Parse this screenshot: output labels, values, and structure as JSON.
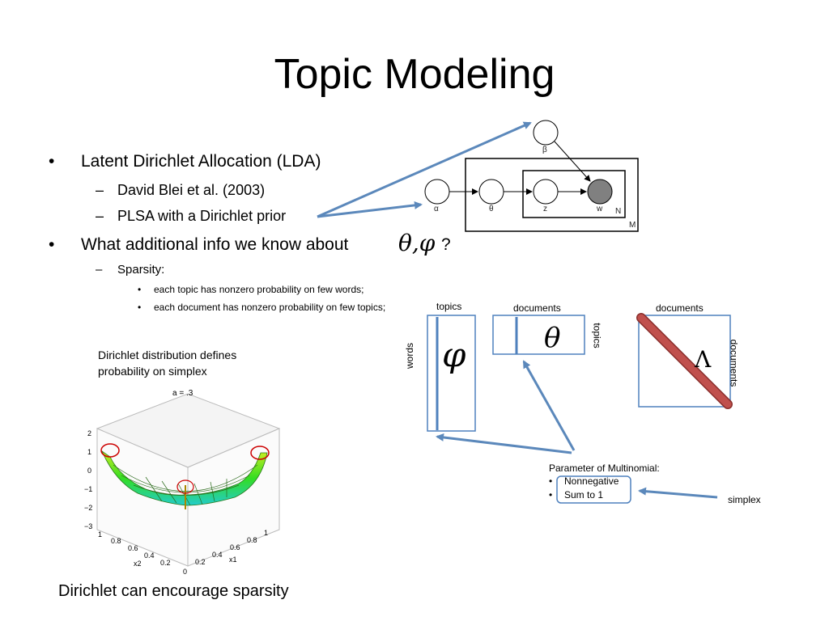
{
  "slide": {
    "title": "Topic Modeling",
    "bullets": {
      "lda": "Latent Dirichlet Allocation (LDA)",
      "blei": "David Blei et al. (2003)",
      "plsa": "PLSA with a Dirichlet prior",
      "additional": "What additional info we know about",
      "math_theta_phi": "θ,φ",
      "qmark": "?",
      "sparsity": "Sparsity:",
      "topic_words": "each topic has nonzero probability on few words;",
      "doc_topics": "each document has nonzero probability on few topics;"
    },
    "bullet_glyphs": {
      "dot": "•",
      "dash": "–"
    },
    "plate": {
      "beta": "β",
      "alpha": "α",
      "theta": "θ",
      "z": "z",
      "w": "w",
      "N": "N",
      "M": "M"
    },
    "matrices": {
      "topics": "topics",
      "documents1": "documents",
      "documents2": "documents",
      "words": "words",
      "topics_side": "topics",
      "documents_side": "documents",
      "phi": "φ",
      "theta": "θ",
      "lambda": "Λ"
    },
    "multinomial": {
      "heading": "Parameter of Multinomial:",
      "items": [
        "Nonnegative",
        "Sum to 1"
      ],
      "simplex": "simplex"
    },
    "dirichlet": {
      "caption_line1": "Dirichlet distribution defines",
      "caption_line2": "probability on simplex",
      "plot_title": "a = .3",
      "zticks": [
        "2",
        "1",
        "0",
        "−1",
        "−2",
        "−3"
      ],
      "x2ticks": [
        "1",
        "0.8",
        "0.6",
        "0.4",
        "0.2"
      ],
      "x1ticks": [
        "0.2",
        "0.4",
        "0.6",
        "0.8",
        "1"
      ],
      "x2label": "x2",
      "x1label": "x1",
      "origin": "0",
      "footer": "Dirichlet can encourage sparsity"
    },
    "colors": {
      "arrow": "#5b88bb",
      "box": "#4f81bd",
      "node_fill": "#808080",
      "lambda_bar": "#c0504d",
      "surface": "#44dd11"
    }
  }
}
